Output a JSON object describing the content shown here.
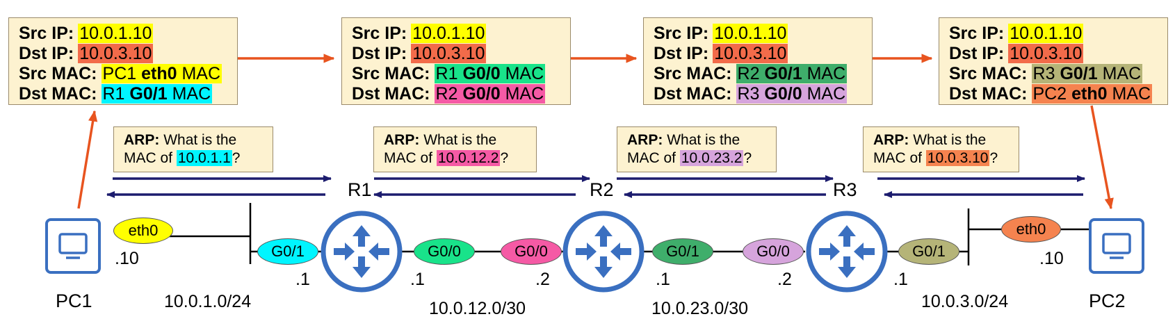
{
  "headers": [
    {
      "src_ip_label": "Src IP:",
      "src_ip": "10.0.1.10",
      "dst_ip_label": "Dst IP:",
      "dst_ip": "10.0.3.10",
      "src_mac_label": "Src MAC:",
      "src_mac": {
        "dev": "PC1",
        "iface": "eth0",
        "suffix": "MAC"
      },
      "dst_mac_label": "Dst MAC:",
      "dst_mac": {
        "dev": "R1",
        "iface": "G0/1",
        "suffix": "MAC"
      }
    },
    {
      "src_ip_label": "Src IP:",
      "src_ip": "10.0.1.10",
      "dst_ip_label": "Dst IP:",
      "dst_ip": "10.0.3.10",
      "src_mac_label": "Src MAC:",
      "src_mac": {
        "dev": "R1",
        "iface": "G0/0",
        "suffix": "MAC"
      },
      "dst_mac_label": "Dst MAC:",
      "dst_mac": {
        "dev": "R2",
        "iface": "G0/0",
        "suffix": "MAC"
      }
    },
    {
      "src_ip_label": "Src IP:",
      "src_ip": "10.0.1.10",
      "dst_ip_label": "Dst IP:",
      "dst_ip": "10.0.3.10",
      "src_mac_label": "Src MAC:",
      "src_mac": {
        "dev": "R2",
        "iface": "G0/1",
        "suffix": "MAC"
      },
      "dst_mac_label": "Dst MAC:",
      "dst_mac": {
        "dev": "R3",
        "iface": "G0/0",
        "suffix": "MAC"
      }
    },
    {
      "src_ip_label": "Src IP:",
      "src_ip": "10.0.1.10",
      "dst_ip_label": "Dst IP:",
      "dst_ip": "10.0.3.10",
      "src_mac_label": "Src MAC:",
      "src_mac": {
        "dev": "R3",
        "iface": "G0/1",
        "suffix": "MAC"
      },
      "dst_mac_label": "Dst MAC:",
      "dst_mac": {
        "dev": "PC2",
        "iface": "eth0",
        "suffix": "MAC"
      }
    }
  ],
  "arp": [
    {
      "label": "ARP:",
      "line1": "What is the",
      "line2_pre": "MAC of",
      "ip": "10.0.1.1",
      "end": "?"
    },
    {
      "label": "ARP:",
      "line1": "What is the",
      "line2_pre": "MAC of",
      "ip": "10.0.12.2",
      "end": "?"
    },
    {
      "label": "ARP:",
      "line1": "What is the",
      "line2_pre": "MAC of",
      "ip": "10.0.23.2",
      "end": "?"
    },
    {
      "label": "ARP:",
      "line1": "What is the",
      "line2_pre": "MAC of",
      "ip": "10.0.3.10",
      "end": "?"
    }
  ],
  "routers": [
    "R1",
    "R2",
    "R3"
  ],
  "hosts": {
    "left": "PC1",
    "right": "PC2"
  },
  "interfaces": {
    "pc1_eth0": "eth0",
    "r1_g01": "G0/1",
    "r1_g00": "G0/0",
    "r2_g00": "G0/0",
    "r2_g01": "G0/1",
    "r3_g00": "G0/0",
    "r3_g01": "G0/1",
    "pc2_eth0": "eth0"
  },
  "host_addrs": {
    "pc1": ".10",
    "r1_left": ".1",
    "r1_right": ".1",
    "r2_left": ".2",
    "r2_right": ".1",
    "r3_left": ".2",
    "r3_right": ".1",
    "pc2": ".10"
  },
  "networks": [
    "10.0.1.0/24",
    "10.0.12.0/30",
    "10.0.23.0/30",
    "10.0.3.0/24"
  ],
  "colors": {
    "yellow": "#ffff00",
    "orange_red": "#f26b4a",
    "green": "#19e38a",
    "cyan": "#00f5ff",
    "pink": "#f55aa5",
    "dark_green": "#3fae6b",
    "lavender": "#d6a4dc",
    "olive": "#b5b478",
    "orange": "#f5834f",
    "router_blue": "#3a6fc0",
    "arrow_navy": "#1c1c6e",
    "flow_orange": "#e8541f"
  }
}
